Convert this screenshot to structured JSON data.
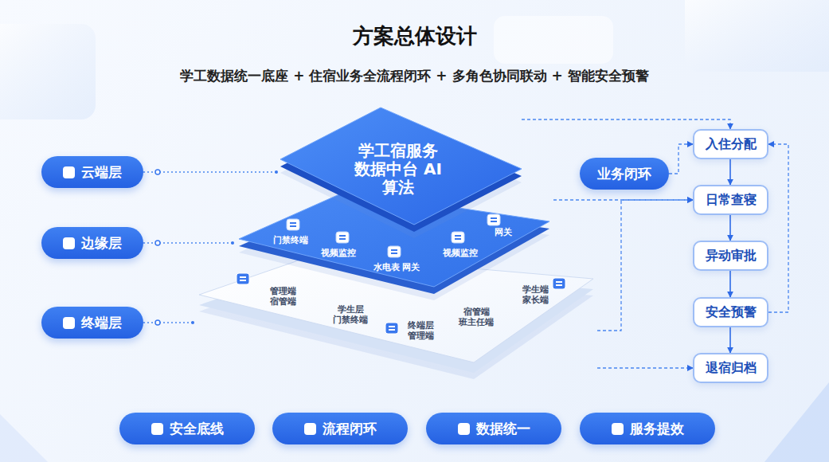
{
  "diagram": {
    "title": "方案总体设计",
    "caption": "学工数据统一底座 + 住宿业务全流程闭环 + 多角色协同联动 + 智能安全预警",
    "nodes": [
      {
        "text": [
          "云端层"
        ]
      },
      {
        "text": [
          "边缘层"
        ]
      },
      {
        "text": [
          "终端层"
        ]
      },
      {
        "text": [
          "学工宿服务 数据中台 AI算法"
        ]
      },
      {
        "text": [
          "门禁终端",
          "视频监控",
          "水电表 网关",
          "视频监控",
          "网关"
        ]
      },
      {
        "text": [
          "管理端 宿管端",
          "学生层 门禁终端",
          "终端层 管理端",
          "宿管端 班主任端",
          "学生端 家长端"
        ]
      },
      {
        "text": [
          "业务闭环"
        ]
      },
      {
        "text": [
          "入住分配"
        ]
      },
      {
        "text": [
          "日常查寝"
        ]
      },
      {
        "text": [
          "异动审批"
        ]
      },
      {
        "text": [
          "安全预警"
        ]
      },
      {
        "text": [
          "退宿归档"
        ]
      },
      {
        "text": [
          "安全底线"
        ]
      },
      {
        "text": [
          "流程闭环"
        ]
      },
      {
        "text": [
          "数据统一"
        ]
      },
      {
        "text": [
          "服务提效"
        ]
      }
    ],
    "edges": [
      {
        "from": 0,
        "to": 3,
        "arrow": "none"
      },
      {
        "from": 1,
        "to": 4,
        "arrow": "none"
      },
      {
        "from": 2,
        "to": 5,
        "arrow": "none"
      },
      {
        "from": 3,
        "to": 7,
        "arrow": "to"
      },
      {
        "from": 4,
        "to": 8,
        "arrow": "to"
      },
      {
        "from": 5,
        "to": 8,
        "arrow": "to"
      },
      {
        "from": 5,
        "to": 11,
        "arrow": "to"
      },
      {
        "from": 6,
        "to": 7,
        "arrow": "to"
      },
      {
        "from": 7,
        "to": 8,
        "arrow": "to"
      },
      {
        "from": 8,
        "to": 9,
        "arrow": "to"
      },
      {
        "from": 9,
        "to": 10,
        "arrow": "to"
      },
      {
        "from": 10,
        "to": 11,
        "arrow": "to"
      },
      {
        "from": 10,
        "to": 7,
        "arrow": "to"
      }
    ]
  }
}
